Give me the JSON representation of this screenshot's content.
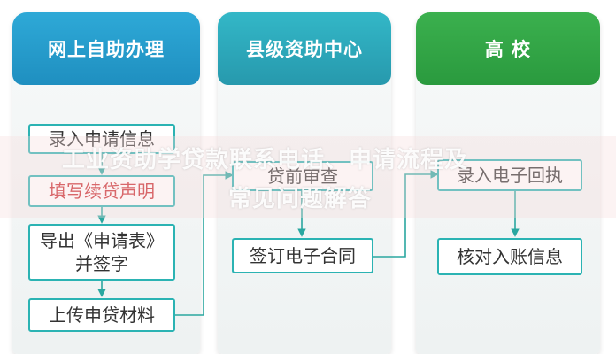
{
  "columns": {
    "online": {
      "title": "网上自助办理"
    },
    "county": {
      "title": "县级资助中心"
    },
    "school": {
      "title": "高 校"
    }
  },
  "steps": {
    "online": [
      "录入申请信息",
      "填写续贷声明",
      "导出《申请表》",
      "并签字",
      "上传申贷材料"
    ],
    "county": [
      "贷前审查",
      "签订电子合同"
    ],
    "school": [
      "录入电子回执",
      "核对入账信息"
    ]
  },
  "watermark": {
    "line1": "工业资助学贷款联系电话、申请流程及",
    "line2": "常见问题解答"
  },
  "colors": {
    "online_header": "#2ea9d7",
    "county_header": "#33b7c7",
    "school_header": "#3bb04e",
    "box_border": "#2bb3b3",
    "highlight_text": "#c8282d"
  }
}
